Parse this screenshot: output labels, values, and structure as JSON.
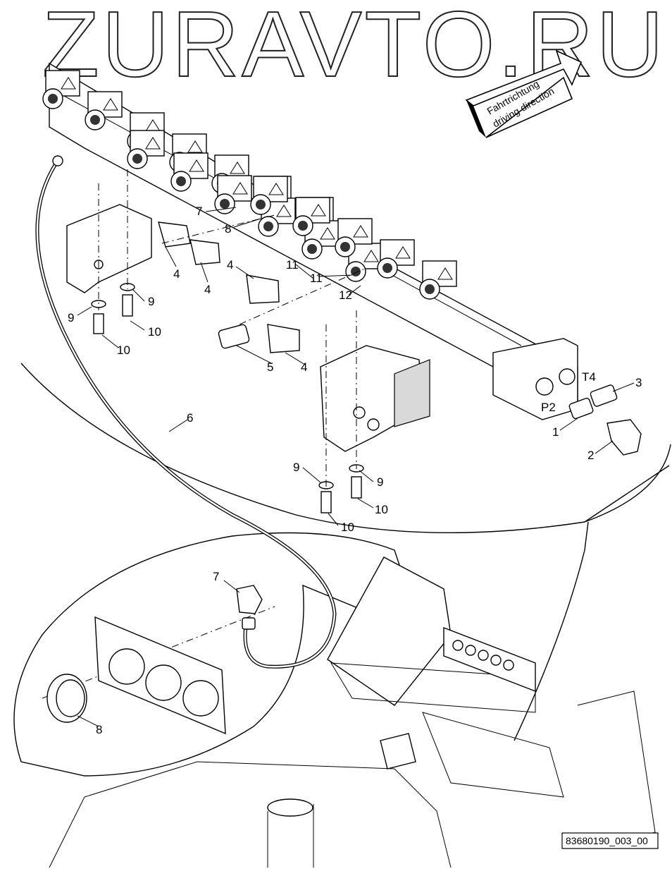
{
  "watermark": "ZURAVTO.RU",
  "direction": {
    "line1": "Fahrtrichtung",
    "line2": "driving direction"
  },
  "doc_id": "83680190_003_00",
  "ports": {
    "t4": "T4",
    "p2": "P2"
  },
  "callouts": {
    "c1": "1",
    "c2": "2",
    "c3": "3",
    "c4a": "4",
    "c4b": "4",
    "c4c": "4",
    "c4d": "4",
    "c5": "5",
    "c6": "6",
    "c7a": "7",
    "c7b": "7",
    "c8a": "8",
    "c8b": "8",
    "c9a": "9",
    "c9b": "9",
    "c9c": "9",
    "c9d": "9",
    "c10a": "10",
    "c10b": "10",
    "c10c": "10",
    "c10d": "10",
    "c11a": "11",
    "c11b": "11",
    "c12": "12"
  }
}
